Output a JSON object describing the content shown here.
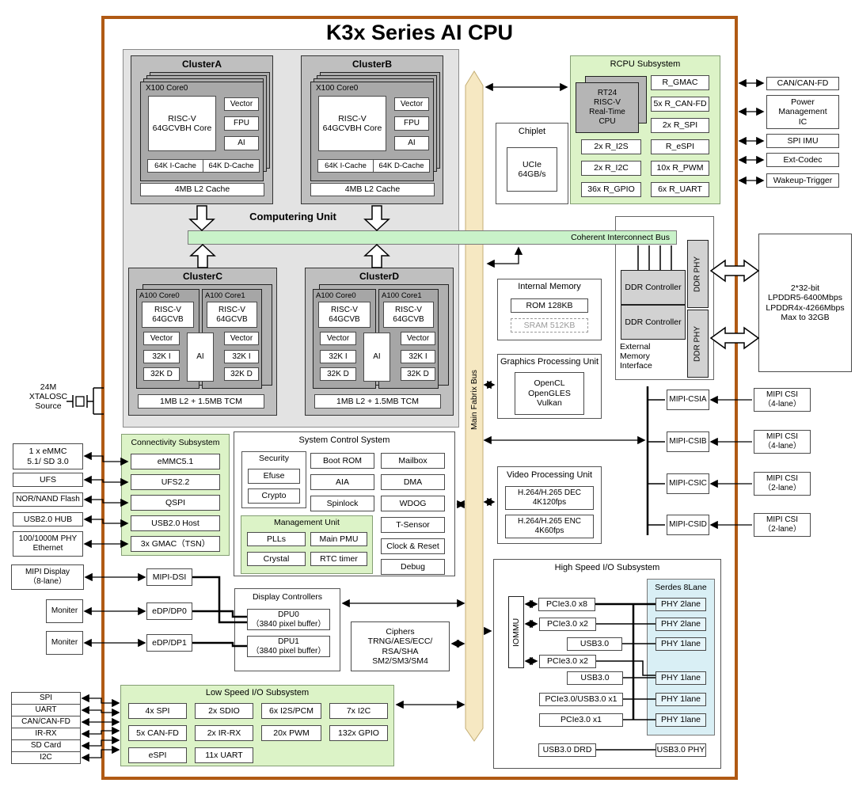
{
  "title": "K3x Series AI CPU",
  "buses": {
    "coherent": "Coherent Interconnect Bus",
    "fabric": "Main Fabrix Bus"
  },
  "computing": {
    "label": "Computering Unit",
    "ab": {
      "a_name": "ClusterA",
      "b_name": "ClusterB",
      "core": "X100 Core0",
      "riscv": "RISC-V\n64GCVBH Core",
      "vector": "Vector",
      "fpu": "FPU",
      "ai": "AI",
      "icache": "64K I-Cache",
      "dcache": "64K D-Cache",
      "l2": "4MB L2 Cache"
    },
    "cd": {
      "c_name": "ClusterC",
      "d_name": "ClusterD",
      "core0": "A100 Core0",
      "core1": "A100 Core1",
      "riscv": "RISC-V\n64GCVB",
      "vector": "Vector",
      "ai": "AI",
      "i32": "32K I",
      "d32": "32K D",
      "l2": "1MB L2 + 1.5MB TCM"
    }
  },
  "chiplet": {
    "title": "Chiplet",
    "ucie": "UCIe\n64GB/s"
  },
  "rcpu": {
    "title": "RCPU Subsystem",
    "cpu": "RT24\nRISC-V\nReal-Time\nCPU",
    "left": [
      "2x R_I2S",
      "2x R_I2C",
      "36x R_GPIO"
    ],
    "right": [
      "R_GMAC",
      "5x R_CAN-FD",
      "2x R_SPI",
      "R_eSPI",
      "10x R_PWM",
      "6x R_UART"
    ]
  },
  "right_ext": [
    "CAN/CAN-FD",
    "Power\nManagement\nIC",
    "SPI IMU",
    "Ext-Codec",
    "Wakeup-Trigger"
  ],
  "memory": {
    "internal_title": "Internal Memory",
    "rom": "ROM 128KB",
    "sram": "SRAM 512KB",
    "emi": "External\nMemory\nInterface",
    "ddr_ctrl": "DDR Controller",
    "ddr_phy": "DDR PHY",
    "lpddr": "2*32-bit\nLPDDR5-6400Mbps\nLPDDR4x-4266Mbps\nMax to 32GB"
  },
  "gpu": {
    "title": "Graphics Processing Unit",
    "apis": "OpenCL\nOpenGLES\nVulkan"
  },
  "vpu": {
    "title": "Video Processing Unit",
    "dec": "H.264/H.265 DEC\n4K120fps",
    "enc": "H.264/H.265 ENC\n4K60fps"
  },
  "csi": {
    "blocks": [
      "MIPI-CSIA",
      "MIPI-CSIB",
      "MIPI-CSIC",
      "MIPI-CSID"
    ],
    "ext": [
      "MIPI CSI\n（4-lane）",
      "MIPI CSI\n（4-lane）",
      "MIPI CSI\n（2-lane）",
      "MIPI CSI\n（2-lane）"
    ]
  },
  "connectivity": {
    "title": "Connectivity Subsystem",
    "items": [
      "eMMC5.1",
      "UFS2.2",
      "QSPI",
      "USB2.0 Host",
      "3x GMAC（TSN）"
    ],
    "ext": [
      "1 x eMMC\n5.1/ SD 3.0",
      "UFS",
      "NOR/NAND Flash",
      "USB2.0 HUB",
      "100/1000M PHY\nEthernet"
    ]
  },
  "xtal": "24M\nXTALOSC\nSource",
  "scs": {
    "title": "System Control System",
    "security": "Security",
    "efuse": "Efuse",
    "crypto": "Crypto",
    "col2": [
      "Boot ROM",
      "AIA",
      "Spinlock"
    ],
    "col3": [
      "Mailbox",
      "DMA",
      "WDOG",
      "T-Sensor",
      "Clock & Reset",
      "Debug"
    ],
    "mu": {
      "title": "Management Unit",
      "items": [
        "PLLs",
        "Main PMU",
        "Crystal",
        "RTC timer"
      ]
    }
  },
  "display": {
    "dsi": "MIPI-DSI",
    "edp0": "eDP/DP0",
    "edp1": "eDP/DP1",
    "ext_mipi": "MIPI Display\n（8-lane）",
    "monitor": "Moniter",
    "dc_title": "Display Controllers",
    "dpu0": "DPU0\n（3840 pixel buffer）",
    "dpu1": "DPU1\n（3840 pixel buffer）"
  },
  "ciphers": "Ciphers\nTRNG/AES/ECC/\nRSA/SHA\nSM2/SM3/SM4",
  "lsio": {
    "title": "Low Speed I/O Subsystem",
    "row1": [
      "4x SPI",
      "2x SDIO",
      "6x I2S/PCM",
      "7x I2C"
    ],
    "row2": [
      "5x CAN-FD",
      "2x IR-RX",
      "20x PWM",
      "132x GPIO"
    ],
    "row3": [
      "eSPI",
      "11x UART"
    ],
    "ext": [
      "SPI",
      "UART",
      "CAN/CAN-FD",
      "IR-RX",
      "SD Card",
      "I2C"
    ]
  },
  "hsio": {
    "title": "High Speed I/O Subsystem",
    "iommu": "IOMMU",
    "left": [
      "PCIe3.0 x8",
      "PCIe3.0 x2",
      "USB3.0",
      "PCIe3.0 x2",
      "USB3.0",
      "PCIe3.0/USB3.0 x1",
      "PCIe3.0 x1"
    ],
    "serdes": "Serdes 8Lane",
    "phys": [
      "PHY 2lane",
      "PHY 2lane",
      "PHY 1lane",
      "PHY 1lane",
      "PHY 1lane",
      "PHY 1lane"
    ],
    "drd": "USB3.0 DRD",
    "usb_phy": "USB3.0 PHY"
  },
  "colors": {
    "border": "#b05a14",
    "bus_green": "#c9f2c9",
    "bus_tan": "#f6e8c2",
    "box_green": "#dcf3c7",
    "serdes_blue": "#d9eff5"
  }
}
